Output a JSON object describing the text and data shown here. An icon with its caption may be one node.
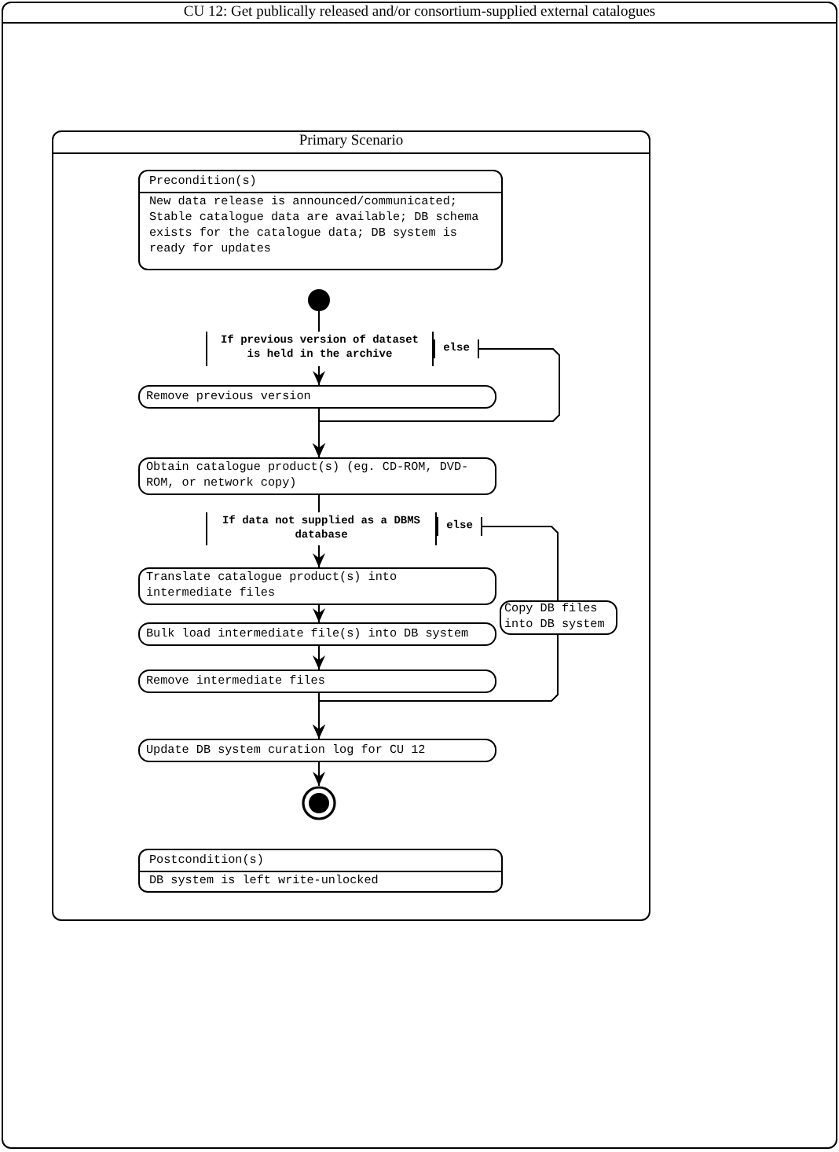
{
  "diagram": {
    "nodes": [
      {
        "text": [
          "CU 12: Get publically released and/or consortium-supplied external catalogues"
        ]
      },
      {
        "text": [
          "Primary Scenario"
        ],
        "in": 0
      },
      {
        "text": [
          "Precondition(s)",
          "New data release is announced/communicated; Stable catalogue data are available; DB schema exists for the catalogue data; DB system is ready for updates"
        ],
        "in": 1
      },
      {
        "text": [],
        "shape": "circle",
        "in": 1
      },
      {
        "text": [
          "Remove previous version"
        ],
        "in": 1
      },
      {
        "text": [
          "Obtain catalogue product(s) (eg. CD-ROM, DVD-ROM, or network copy)"
        ],
        "in": 1
      },
      {
        "text": [
          "Translate catalogue product(s) into intermediate files"
        ],
        "in": 1
      },
      {
        "text": [
          "Bulk load intermediate file(s) into DB system"
        ],
        "in": 1
      },
      {
        "text": [
          "Remove intermediate files"
        ],
        "in": 1
      },
      {
        "text": [
          "Copy DB files into DB system"
        ],
        "in": 1
      },
      {
        "text": [
          "Update DB system curation log for CU 12"
        ],
        "in": 1
      },
      {
        "text": [],
        "shape": "bullseye",
        "in": 1
      },
      {
        "text": [
          "Postcondition(s)",
          "DB system is left write-unlocked"
        ],
        "in": 1
      }
    ],
    "edges": [
      {
        "from": 3,
        "to": 4,
        "arrow": "to",
        "label": "If previous version of dataset is held in the archive"
      },
      {
        "from": 3,
        "to": 5,
        "arrow": "to",
        "label": "else"
      },
      {
        "from": 4,
        "to": 5,
        "arrow": "to"
      },
      {
        "from": 5,
        "to": 6,
        "arrow": "to",
        "label": "If data not supplied as a DBMS database"
      },
      {
        "from": 5,
        "to": 9,
        "arrow": "none",
        "label": "else"
      },
      {
        "from": 9,
        "to": 10,
        "arrow": "to"
      },
      {
        "from": 6,
        "to": 7,
        "arrow": "to"
      },
      {
        "from": 7,
        "to": 8,
        "arrow": "to"
      },
      {
        "from": 8,
        "to": 10,
        "arrow": "to"
      },
      {
        "from": 10,
        "to": 11,
        "arrow": "to"
      }
    ]
  }
}
